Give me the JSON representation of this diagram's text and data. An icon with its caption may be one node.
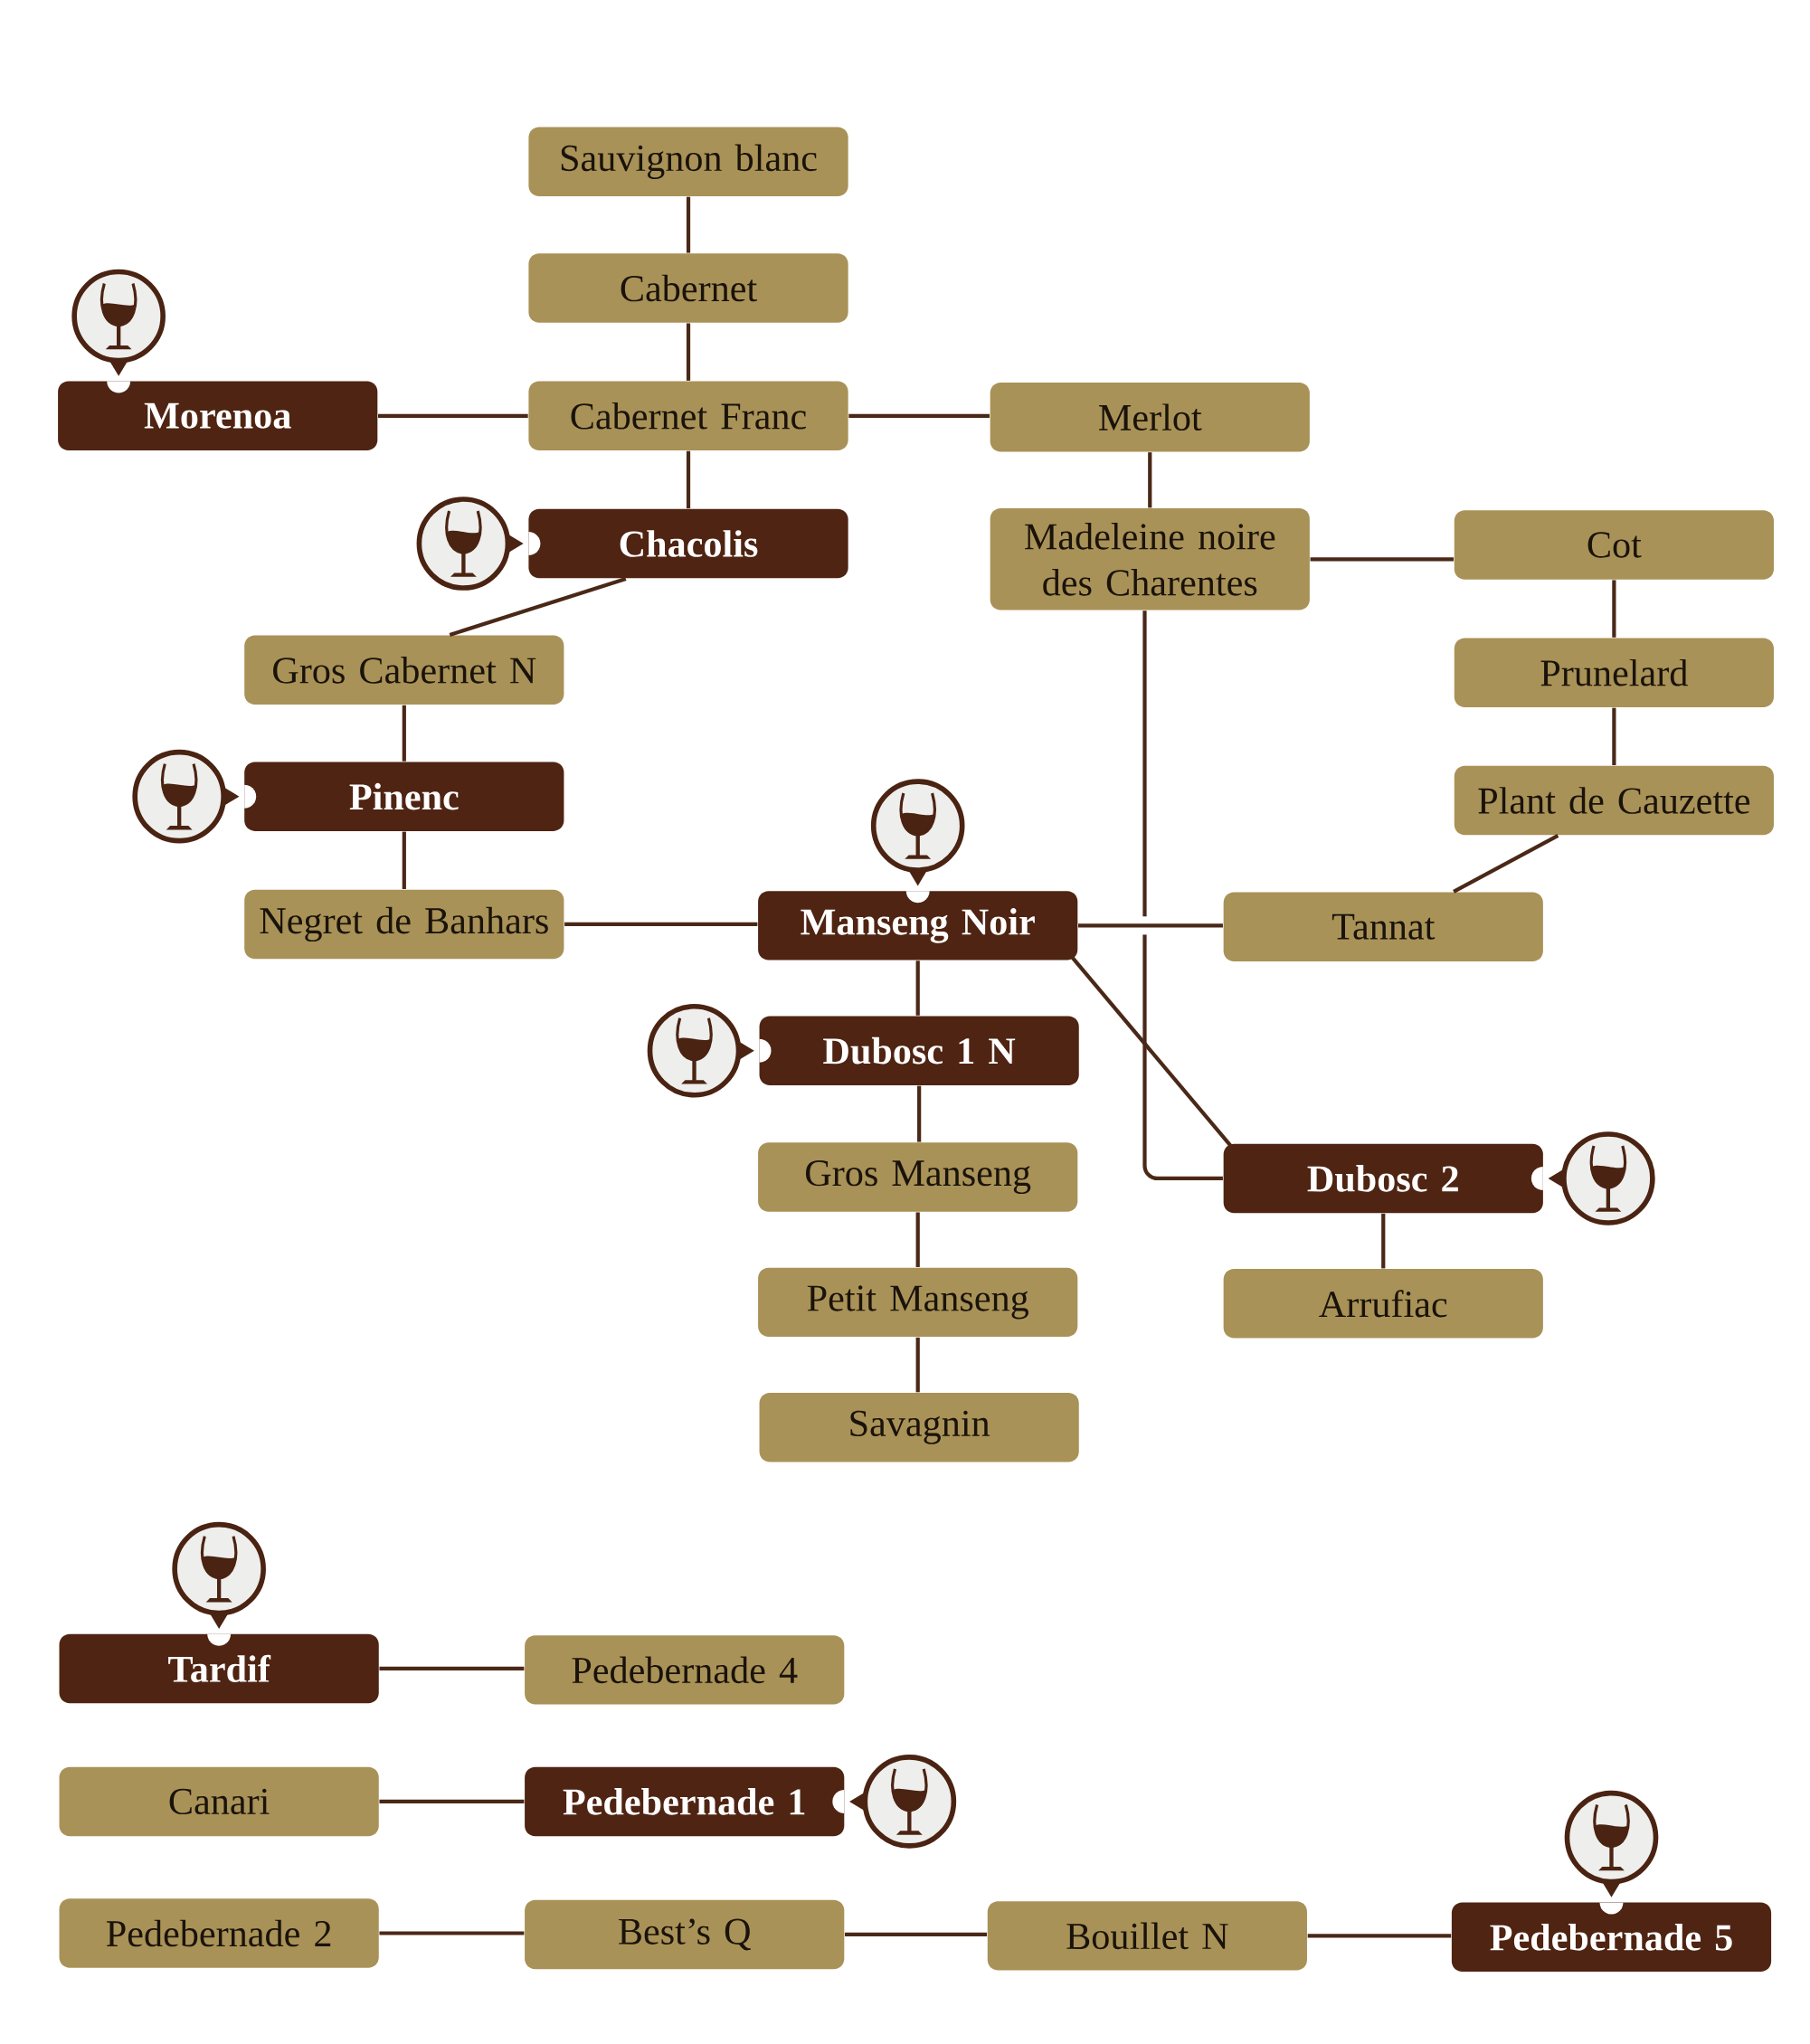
{
  "diagram": {
    "nodes": [
      {
        "text": [
          "Sauvignon blanc"
        ]
      },
      {
        "text": [
          "Cabernet"
        ]
      },
      {
        "text": [
          "Morenoa"
        ]
      },
      {
        "text": [
          "Cabernet Franc"
        ]
      },
      {
        "text": [
          "Merlot"
        ]
      },
      {
        "text": [
          "Chacolis"
        ]
      },
      {
        "text": [
          "Madeleine noire des Charentes"
        ]
      },
      {
        "text": [
          "Cot"
        ]
      },
      {
        "text": [
          "Gros Cabernet N"
        ]
      },
      {
        "text": [
          "Prunelard"
        ]
      },
      {
        "text": [
          "Pinenc"
        ]
      },
      {
        "text": [
          "Plant de Cauzette"
        ]
      },
      {
        "text": [
          "Negret de Banhars"
        ]
      },
      {
        "text": [
          "Manseng Noir"
        ]
      },
      {
        "text": [
          "Tannat"
        ]
      },
      {
        "text": [
          "Dubosc 1 N"
        ]
      },
      {
        "text": [
          "Gros Manseng"
        ]
      },
      {
        "text": [
          "Dubosc 2"
        ]
      },
      {
        "text": [
          "Petit Manseng"
        ]
      },
      {
        "text": [
          "Arrufiac"
        ]
      },
      {
        "text": [
          "Savagnin"
        ]
      },
      {
        "text": [
          "Tardif"
        ]
      },
      {
        "text": [
          "Pedebernade 4"
        ]
      },
      {
        "text": [
          "Canari"
        ]
      },
      {
        "text": [
          "Pedebernade 1"
        ]
      },
      {
        "text": [
          "Pedebernade 2"
        ]
      },
      {
        "text": [
          "Best’s Q"
        ]
      },
      {
        "text": [
          "Bouillet N"
        ]
      },
      {
        "text": [
          "Pedebernade 5"
        ]
      }
    ],
    "edges": [
      {
        "from": 0,
        "to": 1,
        "arrow": "none"
      },
      {
        "from": 1,
        "to": 3,
        "arrow": "none"
      },
      {
        "from": 2,
        "to": 3,
        "arrow": "none"
      },
      {
        "from": 3,
        "to": 4,
        "arrow": "none"
      },
      {
        "from": 3,
        "to": 5,
        "arrow": "none"
      },
      {
        "from": 4,
        "to": 6,
        "arrow": "none"
      },
      {
        "from": 6,
        "to": 7,
        "arrow": "none"
      },
      {
        "from": 7,
        "to": 9,
        "arrow": "none"
      },
      {
        "from": 9,
        "to": 11,
        "arrow": "none"
      },
      {
        "from": 5,
        "to": 8,
        "arrow": "none"
      },
      {
        "from": 8,
        "to": 10,
        "arrow": "none"
      },
      {
        "from": 10,
        "to": 12,
        "arrow": "none"
      },
      {
        "from": 12,
        "to": 13,
        "arrow": "none"
      },
      {
        "from": 13,
        "to": 14,
        "arrow": "none"
      },
      {
        "from": 11,
        "to": 14,
        "arrow": "none"
      },
      {
        "from": 6,
        "to": 17,
        "arrow": "none"
      },
      {
        "from": 13,
        "to": 17,
        "arrow": "none"
      },
      {
        "from": 13,
        "to": 15,
        "arrow": "none"
      },
      {
        "from": 15,
        "to": 16,
        "arrow": "none"
      },
      {
        "from": 16,
        "to": 18,
        "arrow": "none"
      },
      {
        "from": 18,
        "to": 20,
        "arrow": "none"
      },
      {
        "from": 17,
        "to": 19,
        "arrow": "none"
      },
      {
        "from": 21,
        "to": 22,
        "arrow": "none"
      },
      {
        "from": 23,
        "to": 24,
        "arrow": "none"
      },
      {
        "from": 25,
        "to": 26,
        "arrow": "none"
      },
      {
        "from": 26,
        "to": 27,
        "arrow": "none"
      },
      {
        "from": 27,
        "to": 28,
        "arrow": "none"
      }
    ]
  }
}
